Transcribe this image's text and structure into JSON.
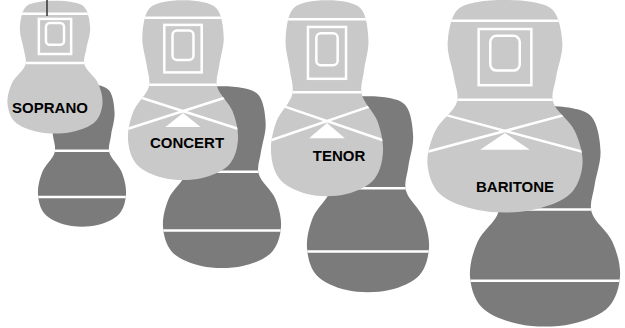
{
  "diagram": {
    "labels": [
      "SOPRANO",
      "CONCERT",
      "TENOR",
      "BARITONE"
    ]
  }
}
